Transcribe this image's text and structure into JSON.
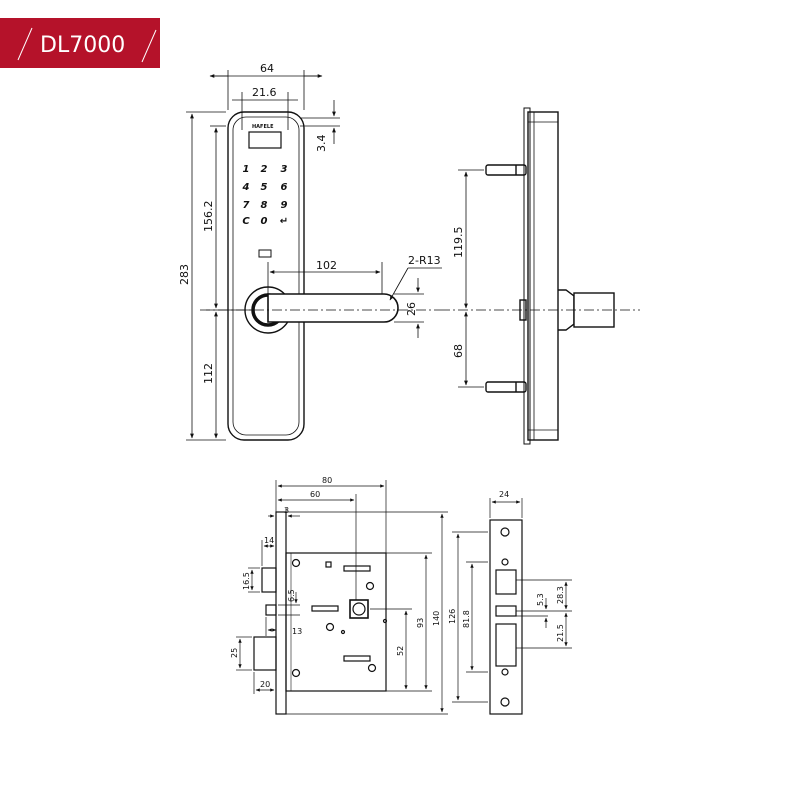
{
  "header": {
    "title": "DL7000",
    "color": "#b5122a"
  },
  "brand": "HAFELE",
  "keypad": [
    "1",
    "2",
    "3",
    "4",
    "5",
    "6",
    "7",
    "8",
    "9",
    "C",
    "0",
    "↵"
  ],
  "front_view": {
    "width": "64",
    "inner": "21.6",
    "top": "3.4",
    "height": "283",
    "upper": "156.2",
    "lower": "112",
    "lever": "102",
    "radius": "2-R13",
    "lever_h": "26"
  },
  "side_view": {
    "upper": "119.5",
    "lower": "68"
  },
  "mortise": {
    "w80": "80",
    "w60": "60",
    "w3": "3",
    "w14": "14",
    "h16_5": "16.5",
    "h6_5": "6.5",
    "w13": "13",
    "h25": "25",
    "w20": "20",
    "h93": "93",
    "h52": "52",
    "h140": "140"
  },
  "strike": {
    "w24": "24",
    "h126": "126",
    "h81_8": "81.8",
    "h5_3": "5.3",
    "h28_3": "28.3",
    "h21_5": "21.5"
  }
}
